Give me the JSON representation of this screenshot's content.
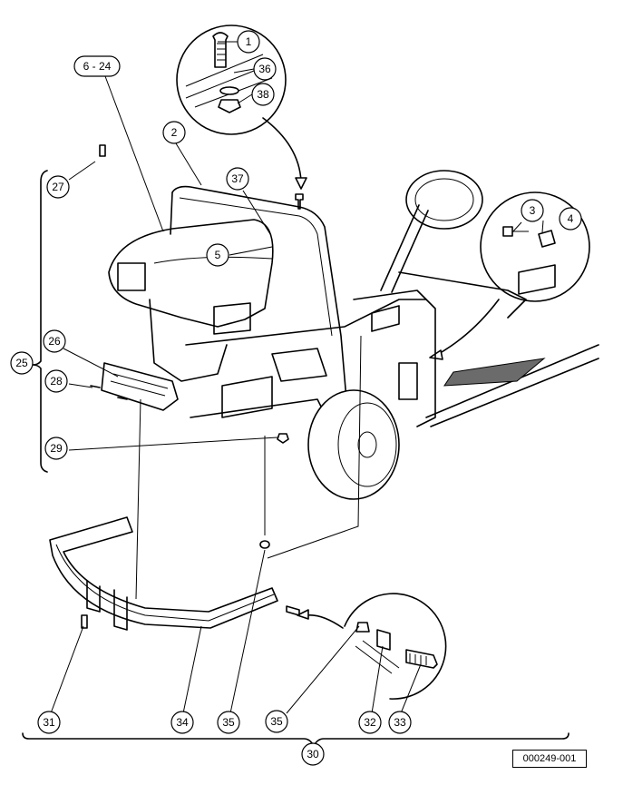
{
  "callouts": [
    {
      "label": "1"
    },
    {
      "label": "36"
    },
    {
      "label": "38"
    },
    {
      "label": "6 - 24"
    },
    {
      "label": "2"
    },
    {
      "label": "37"
    },
    {
      "label": "27"
    },
    {
      "label": "5"
    },
    {
      "label": "3"
    },
    {
      "label": "4"
    },
    {
      "label": "26"
    },
    {
      "label": "25"
    },
    {
      "label": "28"
    },
    {
      "label": "29"
    },
    {
      "label": "31"
    },
    {
      "label": "34"
    },
    {
      "label": "35"
    },
    {
      "label": "35"
    },
    {
      "label": "32"
    },
    {
      "label": "33"
    },
    {
      "label": "30"
    }
  ],
  "figure_number": "000249-001"
}
